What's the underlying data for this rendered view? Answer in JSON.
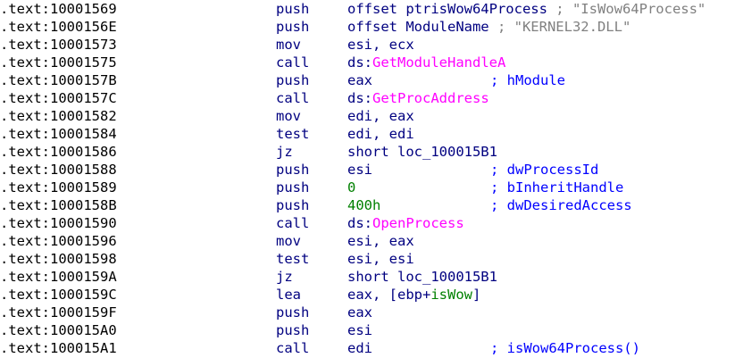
{
  "lines": [
    {
      "addr": ".text:10001569",
      "mnem": "push",
      "ops": [
        {
          "t": "offset ptrisWow64Process ",
          "c": "sym"
        },
        {
          "t": "; \"IsWow64Process\"",
          "c": "str"
        }
      ],
      "cmt": ""
    },
    {
      "addr": ".text:1000156E",
      "mnem": "push",
      "ops": [
        {
          "t": "offset ModuleName ",
          "c": "sym"
        },
        {
          "t": "; \"KERNEL32.DLL\"",
          "c": "str"
        }
      ],
      "cmt": ""
    },
    {
      "addr": ".text:10001573",
      "mnem": "mov",
      "ops": [
        {
          "t": "esi, ecx",
          "c": "sym"
        }
      ],
      "cmt": ""
    },
    {
      "addr": ".text:10001575",
      "mnem": "call",
      "ops": [
        {
          "t": "ds:",
          "c": "sym"
        },
        {
          "t": "GetModuleHandleA",
          "c": "imp"
        }
      ],
      "cmt": ""
    },
    {
      "addr": ".text:1000157B",
      "mnem": "push",
      "ops": [
        {
          "t": "eax",
          "c": "sym"
        }
      ],
      "cmt": "; hModule"
    },
    {
      "addr": ".text:1000157C",
      "mnem": "call",
      "ops": [
        {
          "t": "ds:",
          "c": "sym"
        },
        {
          "t": "GetProcAddress",
          "c": "imp"
        }
      ],
      "cmt": ""
    },
    {
      "addr": ".text:10001582",
      "mnem": "mov",
      "ops": [
        {
          "t": "edi, eax",
          "c": "sym"
        }
      ],
      "cmt": ""
    },
    {
      "addr": ".text:10001584",
      "mnem": "test",
      "ops": [
        {
          "t": "edi, edi",
          "c": "sym"
        }
      ],
      "cmt": ""
    },
    {
      "addr": ".text:10001586",
      "mnem": "jz",
      "ops": [
        {
          "t": "short loc_100015B1",
          "c": "sym"
        }
      ],
      "cmt": ""
    },
    {
      "addr": ".text:10001588",
      "mnem": "push",
      "ops": [
        {
          "t": "esi",
          "c": "sym"
        }
      ],
      "cmt": "; dwProcessId"
    },
    {
      "addr": ".text:10001589",
      "mnem": "push",
      "ops": [
        {
          "t": "0",
          "c": "num"
        }
      ],
      "cmt": "; bInheritHandle"
    },
    {
      "addr": ".text:1000158B",
      "mnem": "push",
      "ops": [
        {
          "t": "400h",
          "c": "num"
        }
      ],
      "cmt": "; dwDesiredAccess"
    },
    {
      "addr": ".text:10001590",
      "mnem": "call",
      "ops": [
        {
          "t": "ds:",
          "c": "sym"
        },
        {
          "t": "OpenProcess",
          "c": "imp"
        }
      ],
      "cmt": ""
    },
    {
      "addr": ".text:10001596",
      "mnem": "mov",
      "ops": [
        {
          "t": "esi, eax",
          "c": "sym"
        }
      ],
      "cmt": ""
    },
    {
      "addr": ".text:10001598",
      "mnem": "test",
      "ops": [
        {
          "t": "esi, esi",
          "c": "sym"
        }
      ],
      "cmt": ""
    },
    {
      "addr": ".text:1000159A",
      "mnem": "jz",
      "ops": [
        {
          "t": "short loc_100015B1",
          "c": "sym"
        }
      ],
      "cmt": ""
    },
    {
      "addr": ".text:1000159C",
      "mnem": "lea",
      "ops": [
        {
          "t": "eax, [ebp+",
          "c": "sym"
        },
        {
          "t": "isWow",
          "c": "gsym"
        },
        {
          "t": "]",
          "c": "sym"
        }
      ],
      "cmt": ""
    },
    {
      "addr": ".text:1000159F",
      "mnem": "push",
      "ops": [
        {
          "t": "eax",
          "c": "sym"
        }
      ],
      "cmt": ""
    },
    {
      "addr": ".text:100015A0",
      "mnem": "push",
      "ops": [
        {
          "t": "esi",
          "c": "sym"
        }
      ],
      "cmt": ""
    },
    {
      "addr": ".text:100015A1",
      "mnem": "call",
      "ops": [
        {
          "t": "edi",
          "c": "sym"
        }
      ],
      "cmt": "; isWow64Process()"
    }
  ],
  "colors": {
    "address": "#000000",
    "mnemonic": "#000080",
    "operand": "#000080",
    "import": "#ff00ff",
    "number": "#008000",
    "string_comment": "#808080",
    "comment": "#0000ff"
  }
}
